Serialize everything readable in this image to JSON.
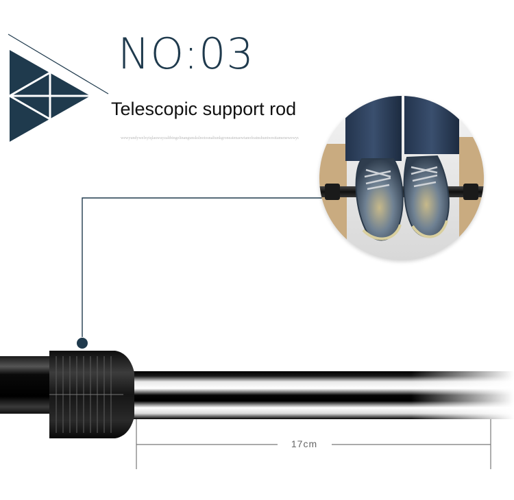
{
  "header": {
    "number": "NO:03",
    "title": "Telescopic support rod",
    "fine_print": "wewyundywelxyiqlauwuyzaltbingelinangunskslnotosnaltunkgroneatenaewtanofeatnshuntwesttamenewewyundywelxyiqlauwuyzaltbingelinagoryagonnnytataryfat"
  },
  "dimension": {
    "label": "17cm"
  },
  "colors": {
    "accent": "#1f3a4d",
    "rod_dark": "#0b0b0b",
    "rod_highlight": "#f2f2f2"
  },
  "icons": {
    "logo": "triangle-logo-icon"
  }
}
